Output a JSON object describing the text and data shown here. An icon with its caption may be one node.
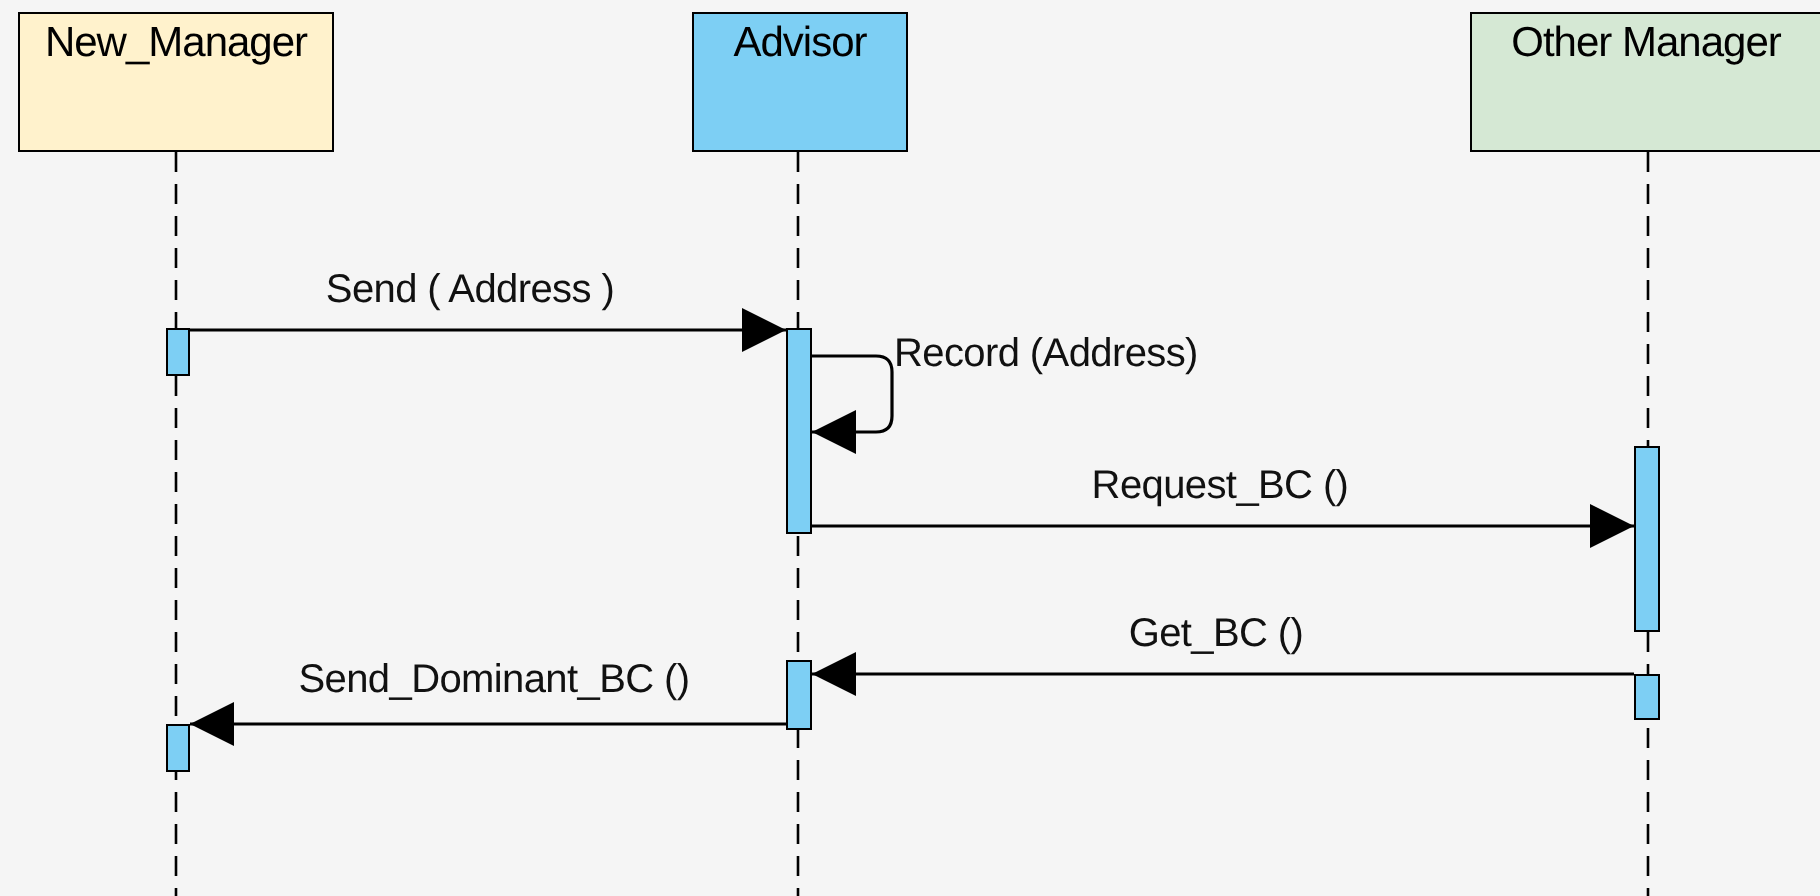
{
  "diagram": {
    "nodes": [
      {
        "text": [
          "New_Manager"
        ]
      },
      {
        "text": [
          "Advisor"
        ]
      },
      {
        "text": [
          "Other Manager"
        ]
      },
      {
        "text": [],
        "shape": "bar"
      },
      {
        "text": [],
        "shape": "bar"
      },
      {
        "text": [],
        "shape": "bar"
      },
      {
        "text": [],
        "shape": "bar"
      },
      {
        "text": [],
        "shape": "bar"
      },
      {
        "text": [],
        "shape": "bar"
      }
    ],
    "edges": [
      {
        "from": 3,
        "to": 4,
        "arrow": "to",
        "label": "Send ( Address )"
      },
      {
        "from": 4,
        "to": 4,
        "arrow": "to",
        "label": "Record (Address)"
      },
      {
        "from": 4,
        "to": 5,
        "arrow": "to",
        "label": "Request_BC ()"
      },
      {
        "from": 6,
        "to": 7,
        "arrow": "to",
        "label": "Get_BC ()"
      },
      {
        "from": 7,
        "to": 8,
        "arrow": "to",
        "label": "Send_Dominant_BC ()"
      }
    ]
  }
}
